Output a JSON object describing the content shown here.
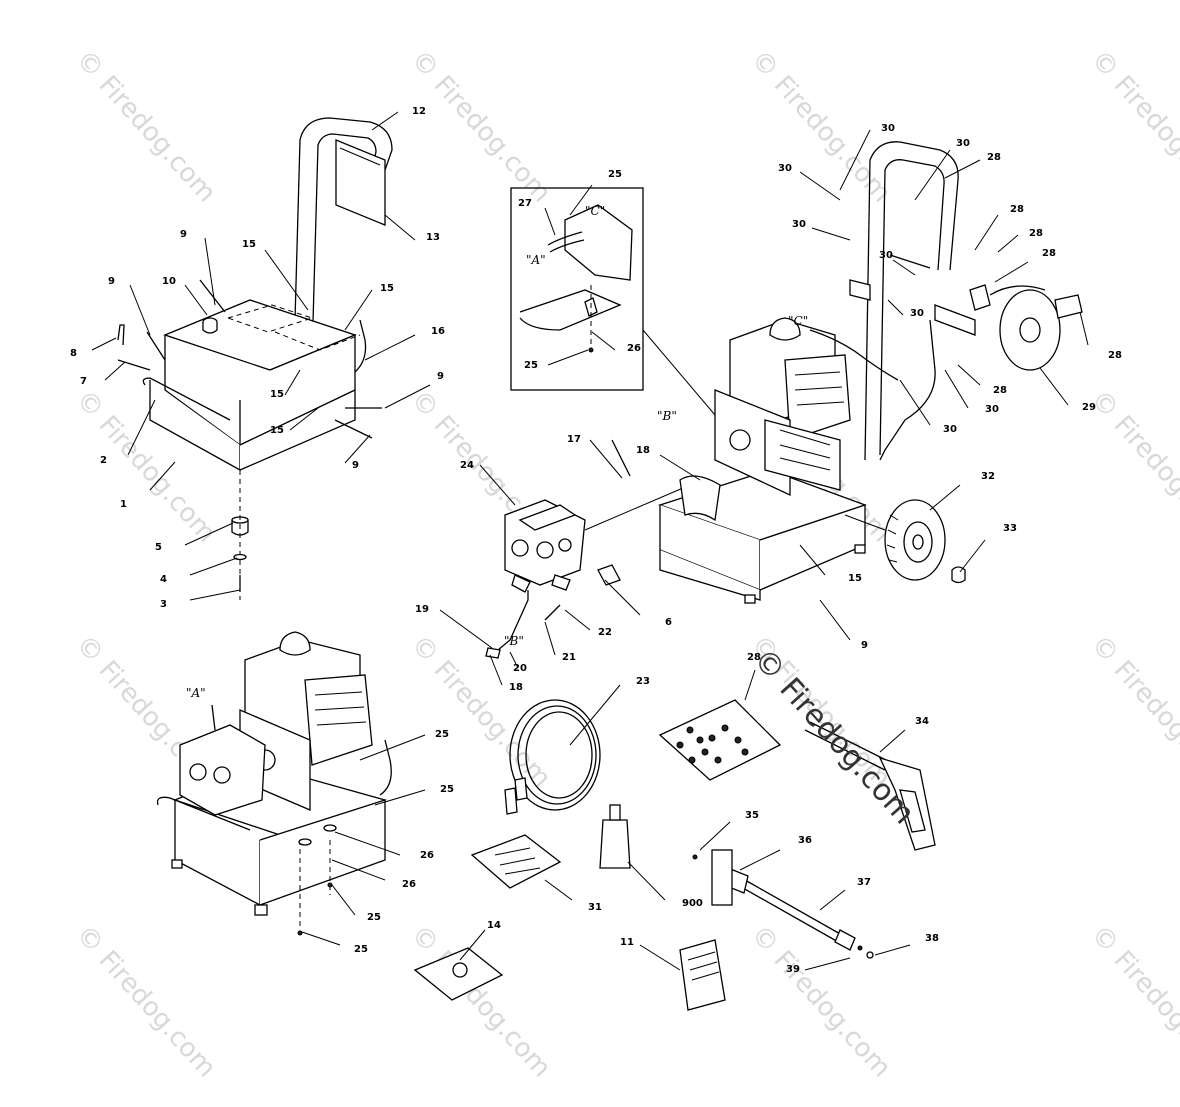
{
  "watermark": {
    "text": "© Firedog.com",
    "copyright_text": "© Firedog.com"
  },
  "callouts": [
    "1",
    "2",
    "3",
    "4",
    "5",
    "6",
    "7",
    "8",
    "9",
    "9",
    "9",
    "9",
    "9",
    "10",
    "11",
    "12",
    "13",
    "14",
    "15",
    "15",
    "15",
    "15",
    "15",
    "16",
    "17",
    "18",
    "18",
    "19",
    "20",
    "21",
    "22",
    "23",
    "24",
    "25",
    "25",
    "25",
    "25",
    "25",
    "25",
    "26",
    "26",
    "26",
    "27",
    "28",
    "28",
    "28",
    "28",
    "28",
    "28",
    "28",
    "29",
    "30",
    "30",
    "30",
    "30",
    "30",
    "30",
    "30",
    "30",
    "31",
    "32",
    "33",
    "34",
    "35",
    "36",
    "37",
    "38",
    "39",
    "900"
  ],
  "reference_marks": [
    "\"A\"",
    "\"A\"",
    "\"B\"",
    "\"B\"",
    "\"C\"",
    "\"C\""
  ]
}
